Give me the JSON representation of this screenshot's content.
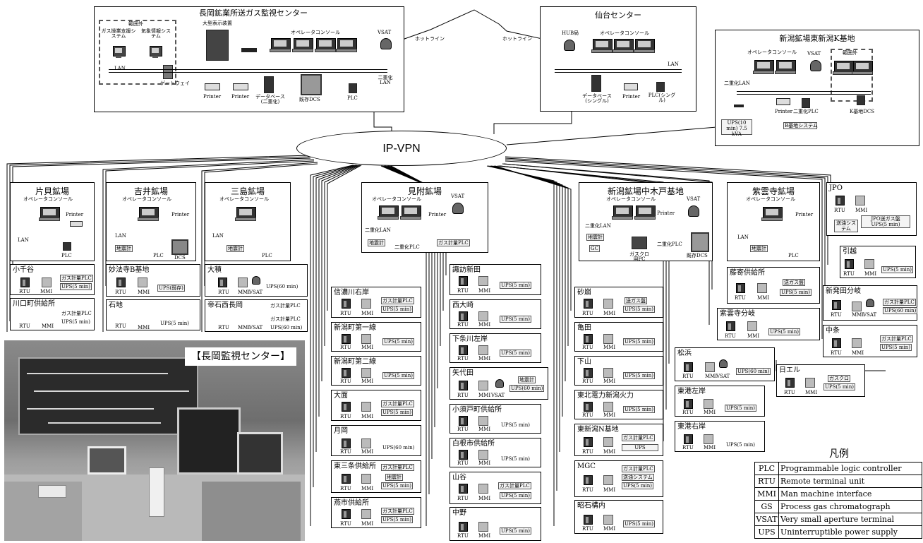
{
  "lab": {
    "lan": "LAN",
    "printer": "Printer",
    "plc": "PLC",
    "rtu": "RTU",
    "mmi": "MMI",
    "vsat": "VSAT",
    "dual_lan": "二重化LAN",
    "dual_plc": "二重化PLC",
    "console": "オペレータコンソール",
    "seismo": "地震計",
    "gas_plc": "ガス計量PLC",
    "ups5": "UPS(5 min)",
    "ups60": "UPS(60 min)",
    "dcs": "DCS",
    "existing_dcs": "既存DCS"
  },
  "nagaoka_center": {
    "title": "長岡鉱業所送ガス監視センター",
    "out_of_scope": "範囲外",
    "gas_support": "ガス操業支援システム",
    "weather": "気象情報システム",
    "big_display": "大型表示装置",
    "gateway": "ゲートウェイ",
    "database": "データベース(二重化)",
    "hotline": "ホットライン"
  },
  "sendai_center": {
    "title": "仙台センター",
    "hub": "HUB局",
    "database": "データベース(シングル)",
    "plc_single": "PLC(シングル)",
    "hotline": "ホットライン"
  },
  "higashi_niigata": {
    "title": "新潟鉱場東新潟K基地",
    "out_of_scope": "範囲外",
    "k_dcs": "K基地DCS",
    "b_system": "B基地システム",
    "ups": "UPS(10 min) 7.5 kVA"
  },
  "vpn": "IP-VPN",
  "katakai": {
    "title": "片貝鉱場"
  },
  "yoshii": {
    "title": "吉井鉱場"
  },
  "mishima": {
    "title": "三島鉱場"
  },
  "mitsuke": {
    "title": "見附鉱場"
  },
  "nakakido": {
    "title": "新潟鉱場中木戸基地",
    "gc": "GC",
    "gc_pc": "ガスクロ用PC"
  },
  "shiunji": {
    "title": "紫雲寺鉱場"
  },
  "jpo": {
    "title": "JPO",
    "panel": "JPO送ガス盤 UPS(5 min)",
    "oil": "送油システム"
  },
  "sites": {
    "kochiya": "小千谷",
    "kawaguchi": "川口町供給所",
    "myohoji": "妙法寺B基地",
    "ups_myohoji": "UPS(既存)",
    "ishiji": "石地",
    "ookura": "大積",
    "teiseki": "帝石西長岡",
    "suwa": "諏訪新田",
    "nishiozaki": "西大崎",
    "shimojo": "下条川左岸",
    "yashirota": "矢代田",
    "shinano": "信濃川右岸",
    "niigata1": "新潟町第一線",
    "niigata2": "新潟町第二線",
    "omo": "大面",
    "tsukioka": "月岡",
    "kosudo": "小須戸町供給所",
    "shirone": "白根市供給所",
    "higashi_sanjo": "東三条供給所",
    "yamaya": "山谷",
    "tsubame": "燕市供給所",
    "nakano": "中野",
    "sakuzure": "砂崩",
    "kameda": "亀田",
    "shimoyama": "下山",
    "tohoku": "東北電力新潟火力",
    "higashi_niigata_n": "東新潟N基地",
    "mgc": "MGC",
    "shoseki": "昭石構内",
    "hikoshi": "引越",
    "fujiyose": "藤寄供給所",
    "shibata": "新発田分岐",
    "shiunji_b": "紫雲寺分岐",
    "nakajo": "中条",
    "matsuhama": "松浜",
    "toko_left": "東港左岸",
    "toko_right": "東港右岸",
    "nippon_air": "日エル",
    "gas_panel": "送ガス盤",
    "gas_chromato": "ガスクロ",
    "oil_system": "送油システム",
    "ups": "UPS"
  },
  "photo_caption": "【長岡監視センター】",
  "legend": {
    "title": "凡例",
    "rows": [
      {
        "abbr": "PLC",
        "desc": "Programmable logic controller"
      },
      {
        "abbr": "RTU",
        "desc": "Remote terminal unit"
      },
      {
        "abbr": "MMI",
        "desc": "Man machine interface"
      },
      {
        "abbr": "GS",
        "desc": "Process gas chromatograph"
      },
      {
        "abbr": "VSAT",
        "desc": "Very small aperture terminal"
      },
      {
        "abbr": "UPS",
        "desc": "Uninterruptible power supply"
      }
    ]
  }
}
